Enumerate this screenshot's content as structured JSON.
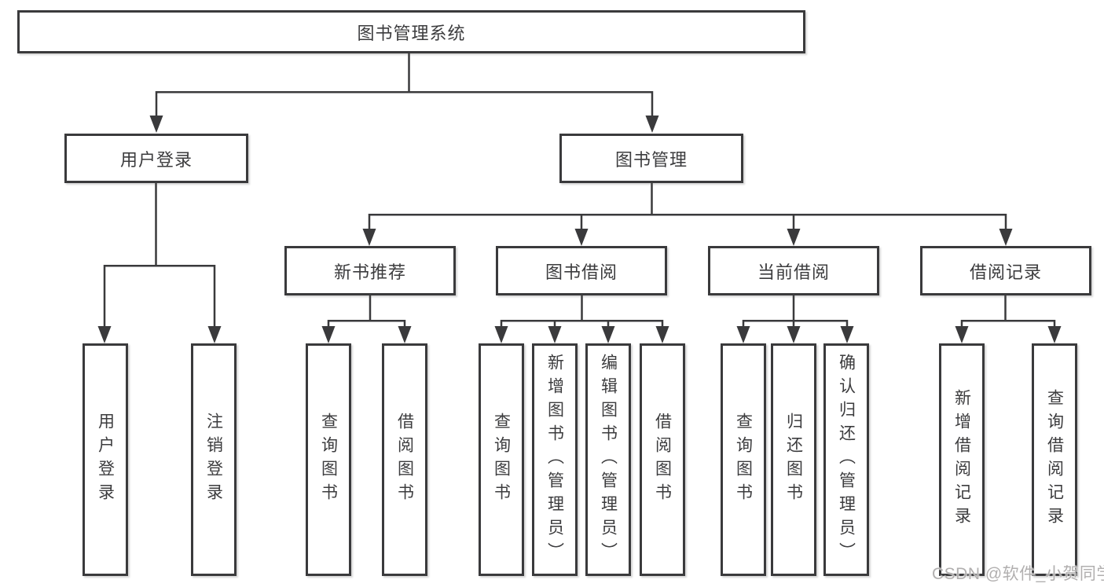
{
  "colors": {
    "ink": "#3a3a3c",
    "text": "#3c3c3e",
    "watermark": "#b1afaf",
    "bg": "#ffffff"
  },
  "tree": {
    "root": "图书管理系统",
    "login_branch": {
      "label": "用户登录",
      "children": [
        "用户登录",
        "注销登录"
      ]
    },
    "mgmt_branch": {
      "label": "图书管理",
      "groups": [
        {
          "label": "新书推荐",
          "children": [
            "查询图书",
            "借阅图书"
          ]
        },
        {
          "label": "图书借阅",
          "children": [
            "查询图书",
            "新增图书（管理员）",
            "编辑图书（管理员）",
            "借阅图书"
          ]
        },
        {
          "label": "当前借阅",
          "children": [
            "查询图书",
            "归还图书",
            "确认归还（管理员）"
          ]
        },
        {
          "label": "借阅记录",
          "children": [
            "新增借阅记录",
            "查询借阅记录"
          ]
        }
      ]
    }
  },
  "watermark": {
    "text": "CSDN @软件_小贺同学"
  }
}
